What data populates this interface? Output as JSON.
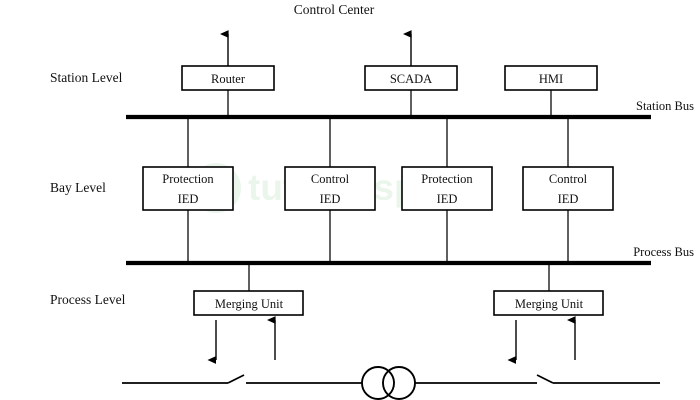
{
  "diagram": {
    "title": "Control Center",
    "level_labels": [
      {
        "id": "station",
        "text": "Station Level"
      },
      {
        "id": "bay",
        "text": "Bay Level"
      },
      {
        "id": "process",
        "text": "Process Level"
      }
    ],
    "bus_labels": [
      {
        "id": "station-bus",
        "text": "Station Bus"
      },
      {
        "id": "process-bus",
        "text": "Process Bus"
      }
    ],
    "station_level_nodes": [
      {
        "id": "router",
        "label": "Router",
        "has_uplink_arrow": true
      },
      {
        "id": "scada",
        "label": "SCADA",
        "has_uplink_arrow": true
      },
      {
        "id": "hmi",
        "label": "HMI",
        "has_uplink_arrow": false
      }
    ],
    "bay_level_nodes": [
      {
        "id": "protection-ied-1",
        "line1": "Protection",
        "line2": "IED"
      },
      {
        "id": "control-ied-1",
        "line1": "Control",
        "line2": "IED"
      },
      {
        "id": "protection-ied-2",
        "line1": "Protection",
        "line2": "IED"
      },
      {
        "id": "control-ied-2",
        "line1": "Control",
        "line2": "IED"
      }
    ],
    "process_level_nodes": [
      {
        "id": "merging-unit-1",
        "label": "Merging Unit"
      },
      {
        "id": "merging-unit-2",
        "label": "Merging Unit"
      }
    ],
    "primary_equipment": [
      {
        "id": "circuit-breaker-left",
        "type": "switch"
      },
      {
        "id": "power-transformer",
        "type": "two-winding-transformer"
      },
      {
        "id": "circuit-breaker-right",
        "type": "switch"
      }
    ],
    "colors": {
      "line": "#000000",
      "text": "#111111",
      "background": "#ffffff",
      "watermark": "#4caf50"
    },
    "watermark": {
      "text": "tutorialspoint",
      "visible": true
    }
  }
}
